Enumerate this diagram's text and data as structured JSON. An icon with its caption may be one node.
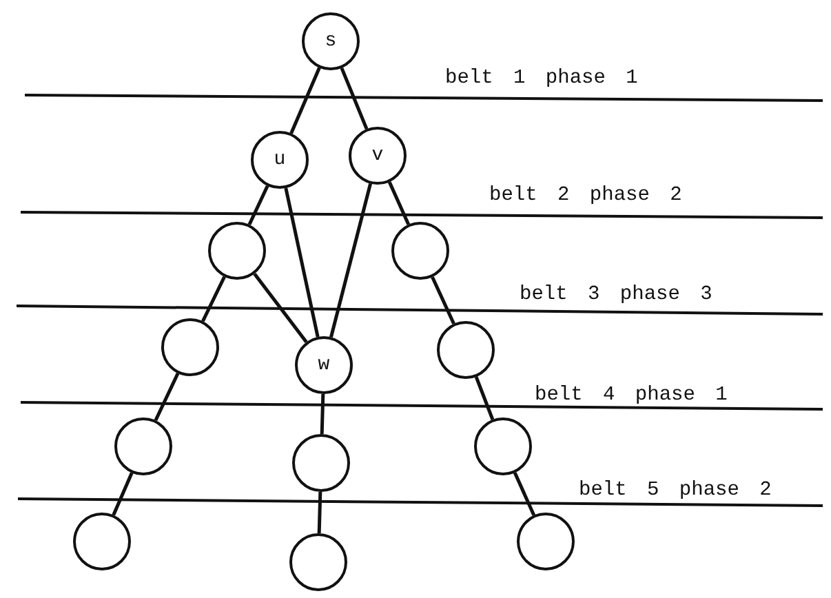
{
  "diagram": {
    "nodes": [
      {
        "text": [
          "s"
        ]
      },
      {
        "text": [
          "u"
        ]
      },
      {
        "text": [
          "v"
        ]
      },
      {
        "text": [],
        "shape": "circle"
      },
      {
        "text": [],
        "shape": "circle"
      },
      {
        "text": [],
        "shape": "circle"
      },
      {
        "text": [
          "w"
        ]
      },
      {
        "text": [],
        "shape": "circle"
      },
      {
        "text": [],
        "shape": "circle"
      },
      {
        "text": [],
        "shape": "circle"
      },
      {
        "text": [],
        "shape": "circle"
      },
      {
        "text": [],
        "shape": "circle"
      },
      {
        "text": [],
        "shape": "circle"
      },
      {
        "text": [],
        "shape": "circle"
      }
    ],
    "edges": [
      {
        "from": 0,
        "to": 1,
        "arrow": "none"
      },
      {
        "from": 0,
        "to": 2,
        "arrow": "none"
      },
      {
        "from": 1,
        "to": 3,
        "arrow": "none"
      },
      {
        "from": 1,
        "to": 6,
        "arrow": "none"
      },
      {
        "from": 2,
        "to": 6,
        "arrow": "none"
      },
      {
        "from": 2,
        "to": 4,
        "arrow": "none"
      },
      {
        "from": 3,
        "to": 5,
        "arrow": "none"
      },
      {
        "from": 3,
        "to": 6,
        "arrow": "none"
      },
      {
        "from": 4,
        "to": 7,
        "arrow": "none"
      },
      {
        "from": 5,
        "to": 8,
        "arrow": "none"
      },
      {
        "from": 6,
        "to": 9,
        "arrow": "none"
      },
      {
        "from": 7,
        "to": 10,
        "arrow": "none"
      },
      {
        "from": 8,
        "to": 11,
        "arrow": "none"
      },
      {
        "from": 9,
        "to": 12,
        "arrow": "none"
      },
      {
        "from": 10,
        "to": 13,
        "arrow": "none"
      }
    ],
    "labels": [
      "belt 1 phase 1",
      "belt 2 phase 2",
      "belt 3 phase 3",
      "belt 4 phase 1",
      "belt 5 phase 2"
    ]
  }
}
